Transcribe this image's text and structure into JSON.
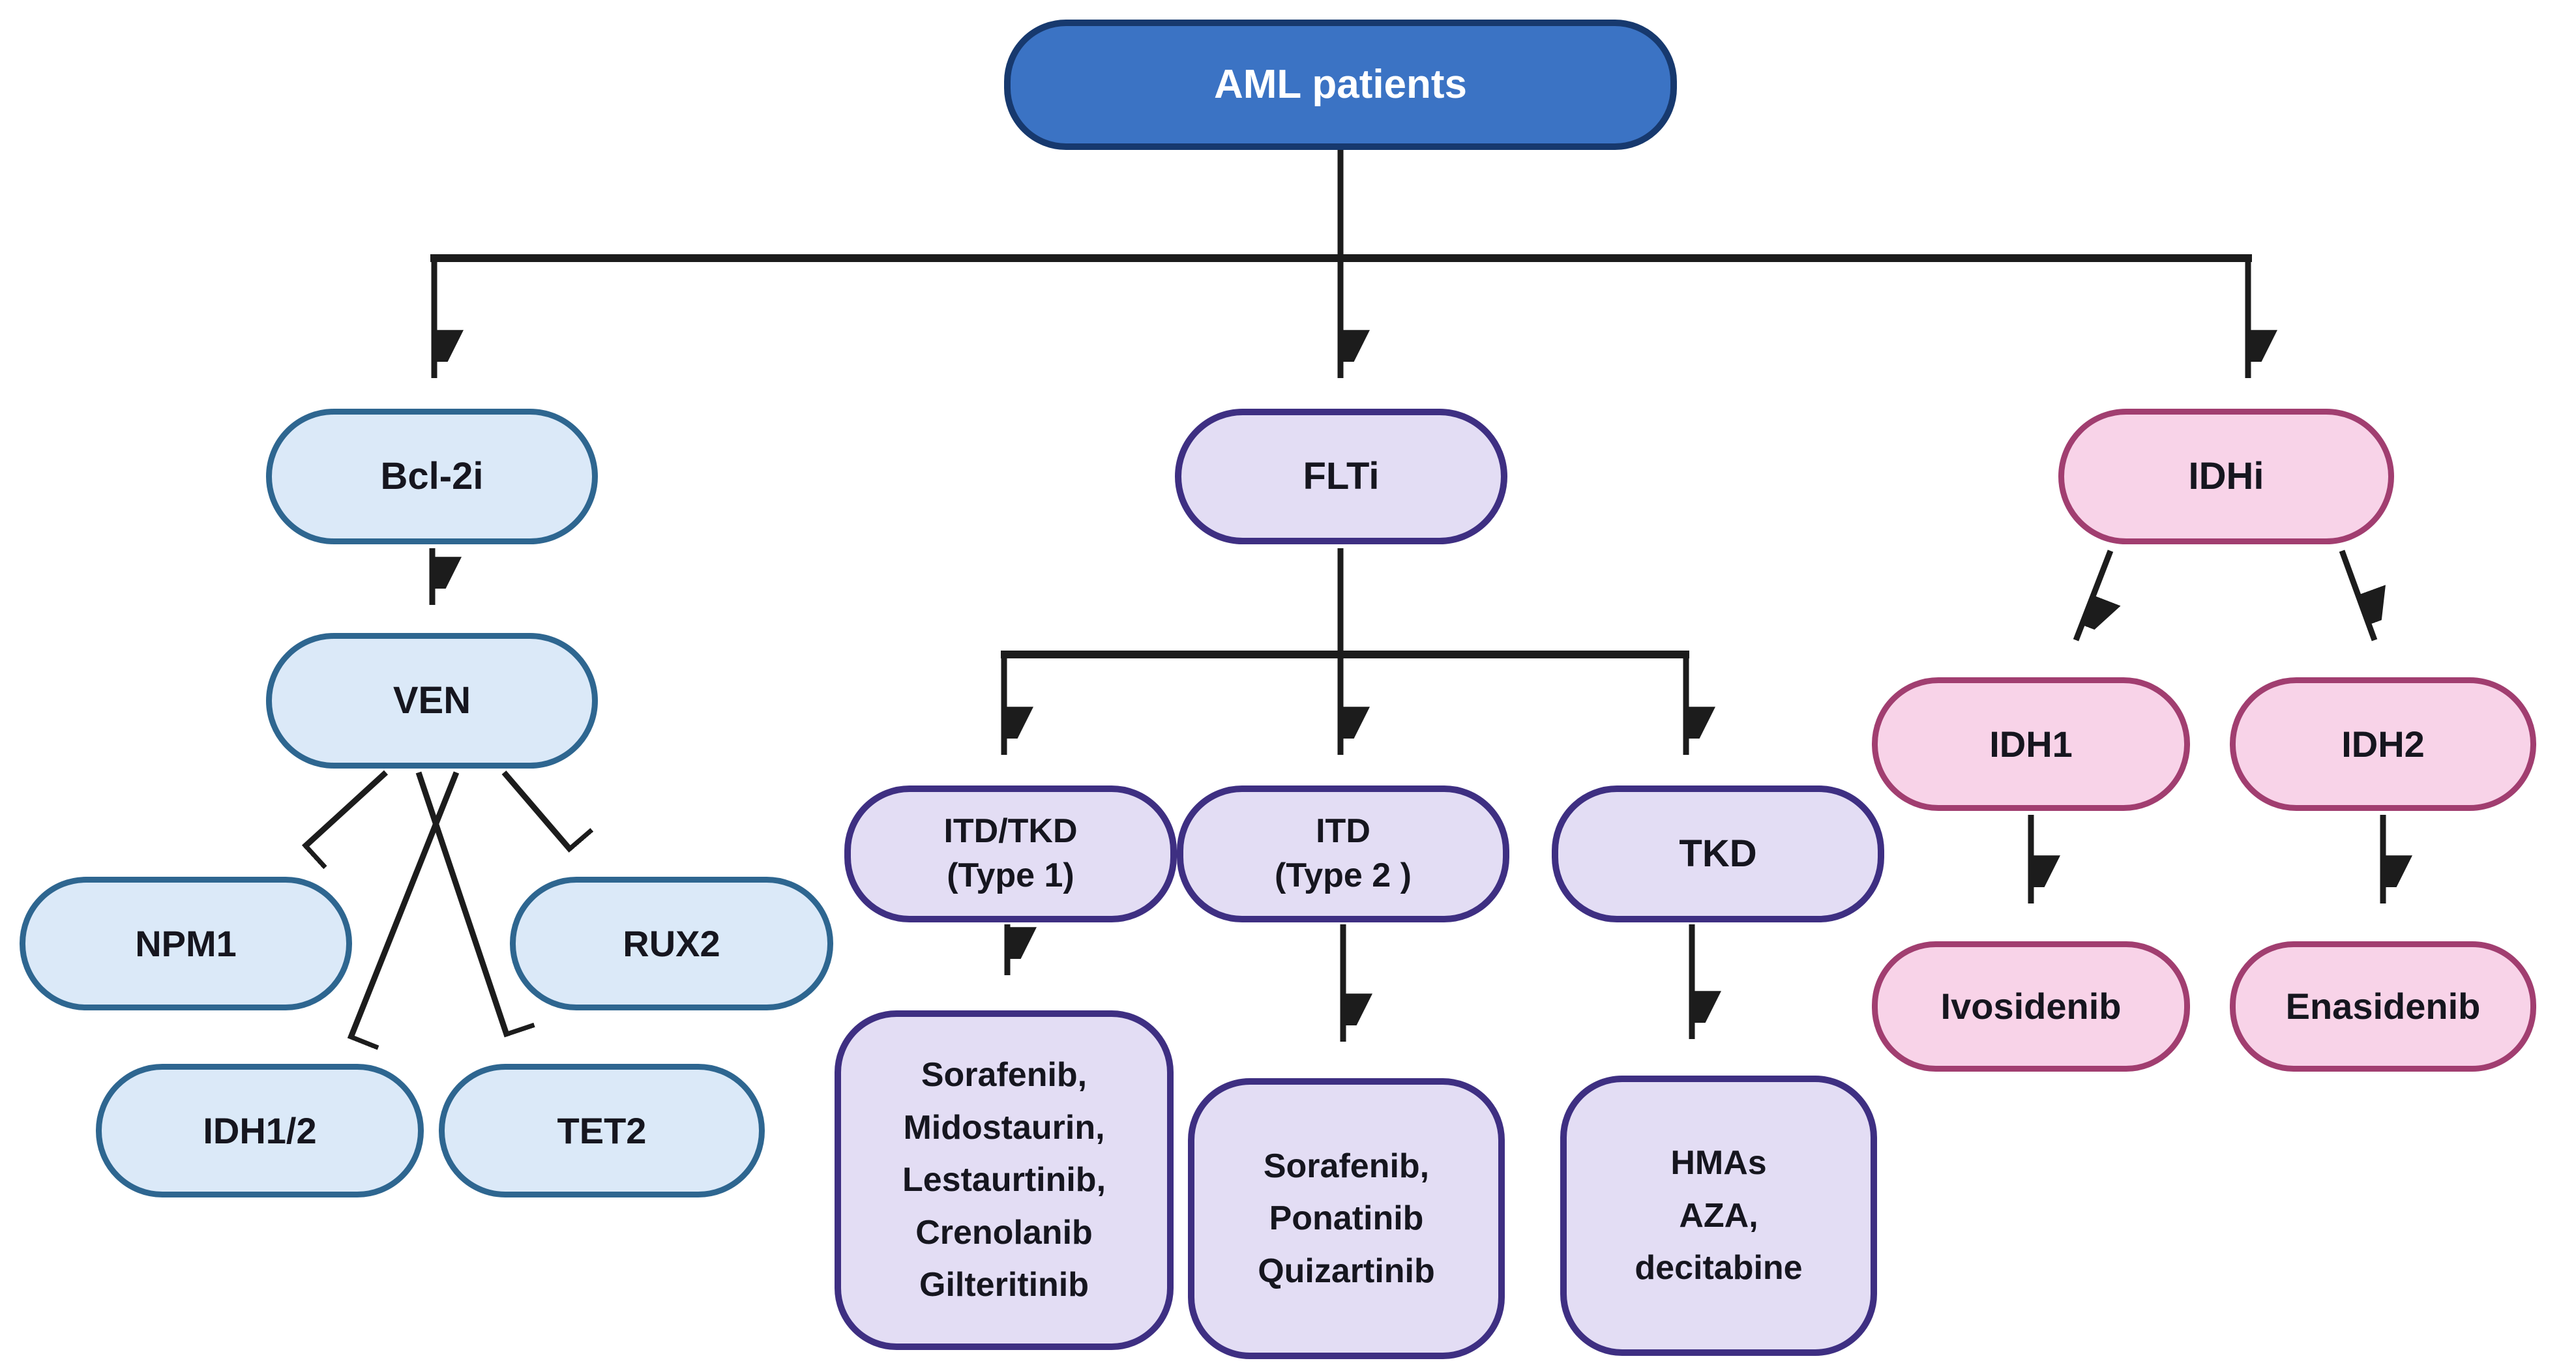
{
  "diagram": {
    "title": "AML patients",
    "colors": {
      "line_color": "#1c1c1c",
      "text_color": "#16161f",
      "blue_fill": "#3b73c4",
      "blue_border": "#17396e",
      "lightblue_fill": "#dbe9f8",
      "lightblue_border": "#2e6690",
      "lavender_fill": "#e3ddf4",
      "lavender_border": "#3e2f82",
      "pink_fill": "#f8d3e8",
      "pink_border": "#a13e70"
    },
    "nodes": {
      "aml": {
        "label": "AML patients"
      },
      "bcl2i": {
        "label": "Bcl-2i"
      },
      "flti": {
        "label": "FLTi"
      },
      "idhi": {
        "label": "IDHi"
      },
      "ven": {
        "label": "VEN"
      },
      "npm1": {
        "label": "NPM1"
      },
      "rux2": {
        "label": "RUX2"
      },
      "idh12": {
        "label": "IDH1/2"
      },
      "tet2": {
        "label": "TET2"
      },
      "itd_tkd_type1": {
        "lines": [
          "ITD/TKD",
          "(Type 1)"
        ]
      },
      "itd_type2": {
        "lines": [
          "ITD",
          "(Type 2 )"
        ]
      },
      "tkd": {
        "label": "TKD"
      },
      "type1_drugs": {
        "lines": [
          "Sorafenib,",
          "Midostaurin,",
          "Lestaurtinib,",
          "Crenolanib",
          "Gilteritinib"
        ]
      },
      "type2_drugs": {
        "lines": [
          "Sorafenib,",
          "Ponatinib",
          "Quizartinib"
        ]
      },
      "tkd_drugs": {
        "lines": [
          "HMAs",
          "AZA,",
          "decitabine"
        ]
      },
      "idh1": {
        "label": "IDH1"
      },
      "idh2": {
        "label": "IDH2"
      },
      "ivosidenib": {
        "label": "Ivosidenib"
      },
      "enasidenib": {
        "label": "Enasidenib"
      }
    },
    "edges": [
      {
        "from": "aml",
        "to": "bcl2i",
        "type": "arrow"
      },
      {
        "from": "aml",
        "to": "flti",
        "type": "arrow"
      },
      {
        "from": "aml",
        "to": "idhi",
        "type": "arrow"
      },
      {
        "from": "bcl2i",
        "to": "ven",
        "type": "arrow"
      },
      {
        "from": "ven",
        "to": "npm1",
        "type": "inhibit"
      },
      {
        "from": "ven",
        "to": "idh12",
        "type": "inhibit"
      },
      {
        "from": "ven",
        "to": "tet2",
        "type": "inhibit"
      },
      {
        "from": "ven",
        "to": "rux2",
        "type": "inhibit"
      },
      {
        "from": "flti",
        "to": "itd_tkd_type1",
        "type": "arrow"
      },
      {
        "from": "flti",
        "to": "itd_type2",
        "type": "arrow"
      },
      {
        "from": "flti",
        "to": "tkd",
        "type": "arrow"
      },
      {
        "from": "itd_tkd_type1",
        "to": "type1_drugs",
        "type": "arrow"
      },
      {
        "from": "itd_type2",
        "to": "type2_drugs",
        "type": "arrow"
      },
      {
        "from": "tkd",
        "to": "tkd_drugs",
        "type": "arrow"
      },
      {
        "from": "idhi",
        "to": "idh1",
        "type": "arrow"
      },
      {
        "from": "idhi",
        "to": "idh2",
        "type": "arrow"
      },
      {
        "from": "idh1",
        "to": "ivosidenib",
        "type": "arrow"
      },
      {
        "from": "idh2",
        "to": "enasidenib",
        "type": "arrow"
      }
    ]
  }
}
